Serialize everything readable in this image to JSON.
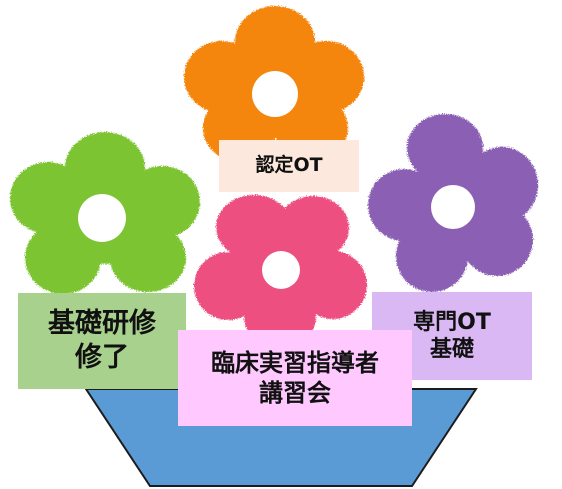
{
  "colors": {
    "pot": "#5b9bd5",
    "pot_outline": "#1c1c1c",
    "flower_orange": "#f5860f",
    "flower_green": "#7cc431",
    "flower_pink": "#ec4f80",
    "flower_purple": "#8a5fb4",
    "label_orange_bg": "#fce8dc",
    "label_green_bg": "#a9d18e",
    "label_purple_bg": "#d9b8f4",
    "label_pink_bg": "#ffc9ff"
  },
  "labels": {
    "orange": {
      "lines": [
        "認定OT"
      ]
    },
    "green": {
      "lines": [
        "基礎研修",
        "修了"
      ]
    },
    "purple": {
      "lines": [
        "専門OT",
        "基礎"
      ]
    },
    "pink": {
      "lines": [
        "臨床実習指導者",
        "講習会"
      ]
    }
  }
}
